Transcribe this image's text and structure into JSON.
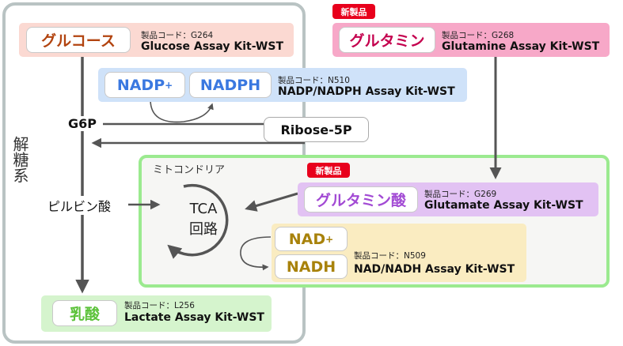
{
  "pathway_label": "解糖系",
  "mito_label": "ミトコンドリア",
  "new_badge": "新製品",
  "glucose": {
    "name": "グルコース",
    "code": "製品コード：G264",
    "kit": "Glucose Assay Kit-WST",
    "color": "#b24410"
  },
  "glutamine": {
    "name": "グルタミン",
    "code": "製品コード：G268",
    "kit": "Glutamine Assay Kit-WST",
    "color": "#c4004e"
  },
  "nadp": {
    "name_a": "NADP",
    "name_a_sup": "+",
    "name_b": "NADPH",
    "code": "製品コード：N510",
    "kit": "NADP/NADPH Assay Kit-WST",
    "color": "#3a78e0"
  },
  "g6p": "G6P",
  "ribose": "Ribose-5P",
  "pyruvate": "ピルビン酸",
  "tca": {
    "line1": "TCA",
    "line2": "回路"
  },
  "glutamate": {
    "name": "グルタミン酸",
    "code": "製品コード：G269",
    "kit": "Glutamate Assay Kit-WST",
    "color": "#a24ad4"
  },
  "nad": {
    "name_a": "NAD",
    "name_a_sup": "+",
    "name_b": "NADH",
    "code": "製品コード：N509",
    "kit": "NAD/NADH Assay Kit-WST",
    "color": "#a8820b"
  },
  "lactate": {
    "name": "乳酸",
    "code": "製品コード：L256",
    "kit": "Lactate Assay Kit-WST",
    "color": "#5cc23a"
  }
}
